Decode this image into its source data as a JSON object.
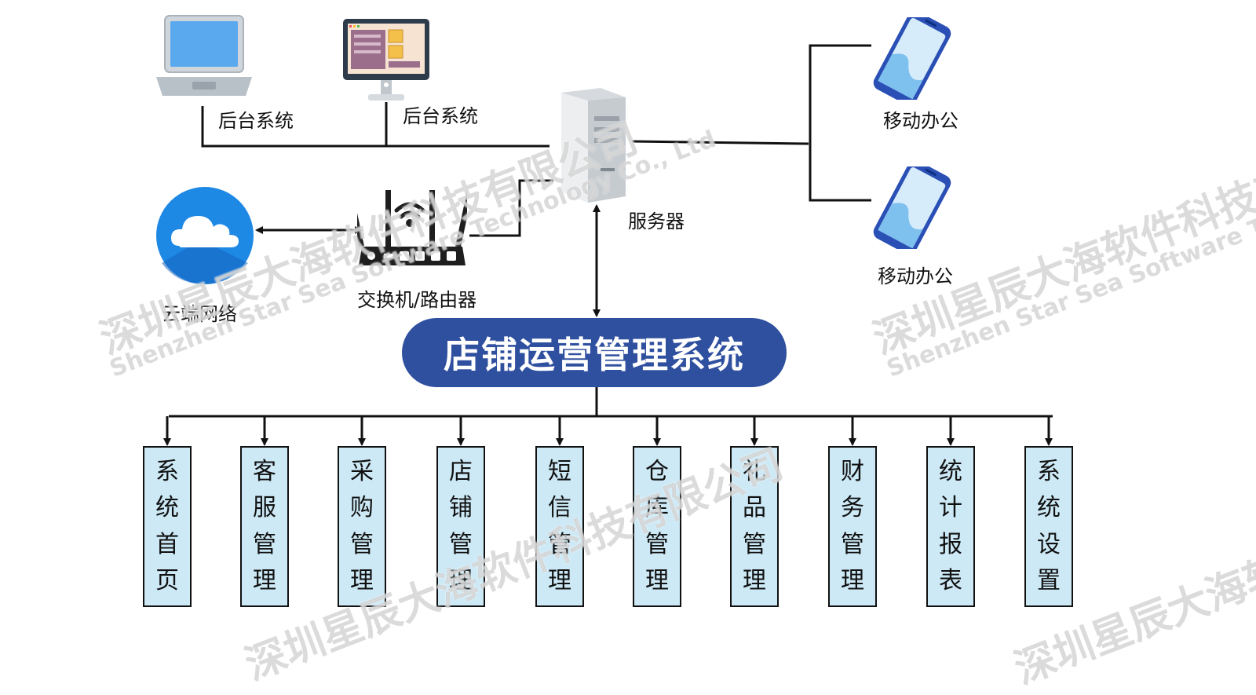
{
  "labels": {
    "backend_1": "后台系统",
    "backend_2": "后台系统",
    "server": "服务器",
    "mobile_1": "移动办公",
    "mobile_2": "移动办公",
    "cloud": "云端网络",
    "router": "交换机/路由器"
  },
  "system_title": "店铺运营管理系统",
  "modules": [
    {
      "chars": [
        "系",
        "统",
        "首",
        "页"
      ]
    },
    {
      "chars": [
        "客",
        "服",
        "管",
        "理"
      ]
    },
    {
      "chars": [
        "采",
        "购",
        "管",
        "理"
      ]
    },
    {
      "chars": [
        "店",
        "铺",
        "管",
        "理"
      ]
    },
    {
      "chars": [
        "短",
        "信",
        "管",
        "理"
      ]
    },
    {
      "chars": [
        "仓",
        "库",
        "管",
        "理"
      ]
    },
    {
      "chars": [
        "礼",
        "品",
        "管",
        "理"
      ]
    },
    {
      "chars": [
        "财",
        "务",
        "管",
        "理"
      ]
    },
    {
      "chars": [
        "统",
        "计",
        "报",
        "表"
      ]
    },
    {
      "chars": [
        "系",
        "统",
        "设",
        "置"
      ]
    }
  ],
  "watermark": {
    "cn": "深圳星辰大海软件科技有限公司",
    "en": "Shenzhen Star Sea Software Technology Co., Ltd"
  },
  "colors": {
    "banner": "#2f4f9f",
    "module_fill": "#cde9f6",
    "cloud": "#1e88e5",
    "phone": "#2a4fb5"
  }
}
